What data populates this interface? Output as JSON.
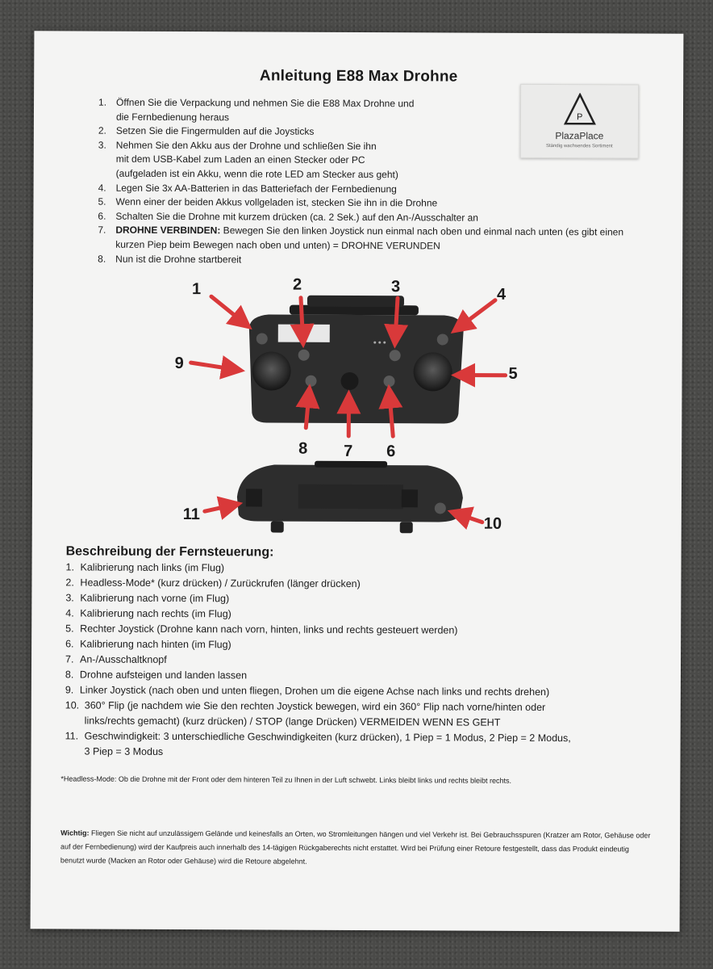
{
  "title": "Anleitung E88 Max Drohne",
  "logo": {
    "name": "PlazaPlace",
    "tagline": "Ständig wachsendes Sortiment"
  },
  "steps": [
    {
      "num": "1.",
      "lines": [
        "Öffnen Sie die Verpackung und nehmen Sie die E88 Max Drohne und",
        "die Fernbedienung heraus"
      ]
    },
    {
      "num": "2.",
      "lines": [
        "Setzen Sie die Fingermulden auf die Joysticks"
      ]
    },
    {
      "num": "3.",
      "lines": [
        "Nehmen Sie den Akku aus der Drohne und schließen Sie ihn",
        "mit dem USB-Kabel zum Laden an einen Stecker oder PC",
        "(aufgeladen ist ein Akku, wenn die rote LED am Stecker aus geht)"
      ]
    },
    {
      "num": "4.",
      "lines": [
        "Legen Sie 3x AA-Batterien in das Batteriefach der Fernbedienung"
      ]
    },
    {
      "num": "5.",
      "lines": [
        "Wenn einer der beiden Akkus vollgeladen ist, stecken Sie ihn in die Drohne"
      ]
    },
    {
      "num": "6.",
      "lines": [
        "Schalten Sie die Drohne mit kurzem drücken (ca. 2 Sek.) auf den An-/Ausschalter an"
      ]
    },
    {
      "num": "7.",
      "bold": "DROHNE VERBINDEN:",
      "lines": [
        " Bewegen Sie den linken Joystick nun einmal nach oben und einmal nach unten (es gibt einen",
        "kurzen Piep beim Bewegen nach oben und unten) = DROHNE VERUNDEN"
      ]
    },
    {
      "num": "8.",
      "lines": [
        "Nun ist die Drohne startbereit"
      ]
    }
  ],
  "callouts": [
    "1",
    "2",
    "3",
    "4",
    "5",
    "6",
    "7",
    "8",
    "9",
    "10",
    "11"
  ],
  "description": {
    "heading": "Beschreibung der Fernsteuerung:",
    "items": [
      {
        "num": "1.",
        "lines": [
          "Kalibrierung nach links (im Flug)"
        ]
      },
      {
        "num": "2.",
        "lines": [
          "Headless-Mode* (kurz drücken) / Zurückrufen (länger drücken)"
        ]
      },
      {
        "num": "3.",
        "lines": [
          "Kalibrierung nach vorne (im Flug)"
        ]
      },
      {
        "num": "4.",
        "lines": [
          "Kalibrierung nach rechts (im Flug)"
        ]
      },
      {
        "num": "5.",
        "lines": [
          "Rechter Joystick (Drohne kann nach vorn, hinten, links und rechts gesteuert werden)"
        ]
      },
      {
        "num": "6.",
        "lines": [
          "Kalibrierung nach hinten (im Flug)"
        ]
      },
      {
        "num": "7.",
        "lines": [
          "An-/Ausschaltknopf"
        ]
      },
      {
        "num": "8.",
        "lines": [
          "Drohne aufsteigen und landen lassen"
        ]
      },
      {
        "num": "9.",
        "lines": [
          "Linker Joystick (nach oben und unten fliegen, Drohen um die eigene Achse nach links und rechts drehen)"
        ]
      },
      {
        "num": "10.",
        "lines": [
          "360° Flip (je nachdem wie Sie den rechten Joystick bewegen, wird ein 360° Flip nach vorne/hinten oder",
          "links/rechts gemacht) (kurz drücken) / STOP (lange Drücken) VERMEIDEN WENN ES GEHT"
        ]
      },
      {
        "num": "11.",
        "lines": [
          "Geschwindigkeit: 3 unterschiedliche Geschwindigkeiten (kurz drücken), 1 Piep = 1 Modus, 2 Piep = 2 Modus,",
          "3 Piep = 3 Modus"
        ]
      }
    ]
  },
  "footnote": {
    "marker": "*",
    "text": "Headless-Mode: Ob die Drohne mit der Front oder dem hinteren Teil zu Ihnen in der Luft schwebt. Links bleibt links und rechts bleibt rechts."
  },
  "important": {
    "label": "Wichtig:",
    "text": " Fliegen Sie nicht auf unzulässigem Gelände und keinesfalls an Orten, wo Stromleitungen hängen und viel Verkehr ist. Bei Gebrauchsspuren (Kratzer am Rotor, Gehäuse oder auf der Fernbedienung) wird der Kaufpreis auch innerhalb des 14-tägigen Rückgaberechts nicht erstattet. Wird bei Prüfung einer Retoure festgestellt, dass das Produkt eindeutig benutzt wurde (Macken an Rotor oder Gehäuse) wird die Retoure abgelehnt."
  },
  "colors": {
    "arrow": "#d9393a",
    "paper": "#f4f4f3",
    "controller": "#2c2c2c"
  }
}
